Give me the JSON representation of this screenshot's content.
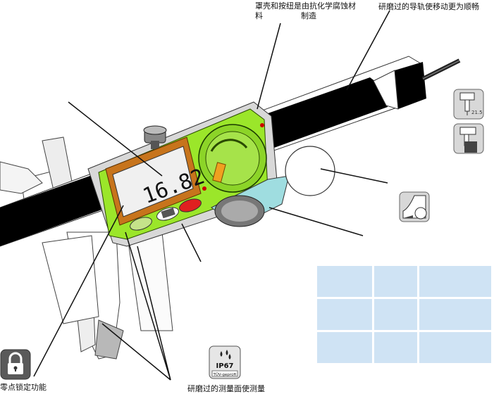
{
  "labels": {
    "housing_line1": "罩壳和按纽是由抗化学腐蚀材",
    "housing_line2_left": "料",
    "housing_line2_right": "制造",
    "guide": "研磨过的导轨使移动更为顺畅",
    "zero_lock": "零点锁定功能",
    "measuring_faces": "研磨过的测量面使测量"
  },
  "display": {
    "reading": "16.82"
  },
  "badges": {
    "ip": "IP67",
    "tuv": "TÜV-geprüft",
    "depth_value": "21.5"
  },
  "colors": {
    "display_body": "#9be62a",
    "housing_teal": "#9fdde0",
    "button_red": "#e02020",
    "scale_black": "#000000",
    "table_cell": "#cfe3f4",
    "dial_green": "#8cd428"
  },
  "icons": [
    "lock-icon",
    "ip67-icon",
    "depth-gauge-icon",
    "step-gauge-icon",
    "inside-measure-icon",
    "roller-icon"
  ],
  "table": {
    "rows": [
      [
        "",
        "",
        ""
      ],
      [
        "",
        "",
        ""
      ],
      [
        "",
        "",
        ""
      ]
    ]
  }
}
